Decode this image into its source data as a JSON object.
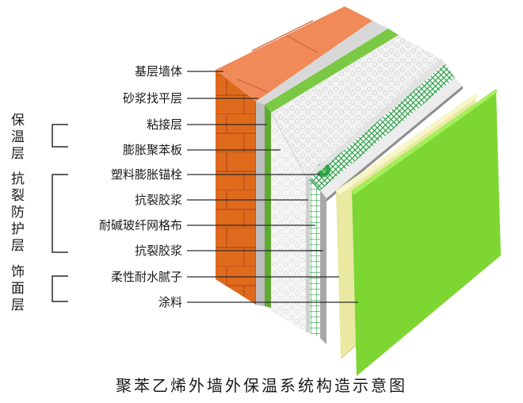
{
  "caption": "聚苯乙烯外墙外保温系统构造示意图",
  "layers": [
    "基层墙体",
    "砂浆找平层",
    "粘接层",
    "膨胀聚苯板",
    "塑料膨胀锚栓",
    "抗裂胶浆",
    "耐碱玻纤网格布",
    "抗裂胶浆",
    "柔性耐水腻子",
    "涂料"
  ],
  "groups": [
    "保温层",
    "抗裂防护层",
    "饰面层"
  ],
  "colors": {
    "brick": "#e06a1c",
    "brick_top": "#f08a58",
    "mortar": "#d8d8d8",
    "adhesive": "#7ac843",
    "eps_board": "#f4f4f4",
    "mesh": "#2ea24a",
    "putty": "#e9e9a2",
    "paint": "#7ed632"
  }
}
